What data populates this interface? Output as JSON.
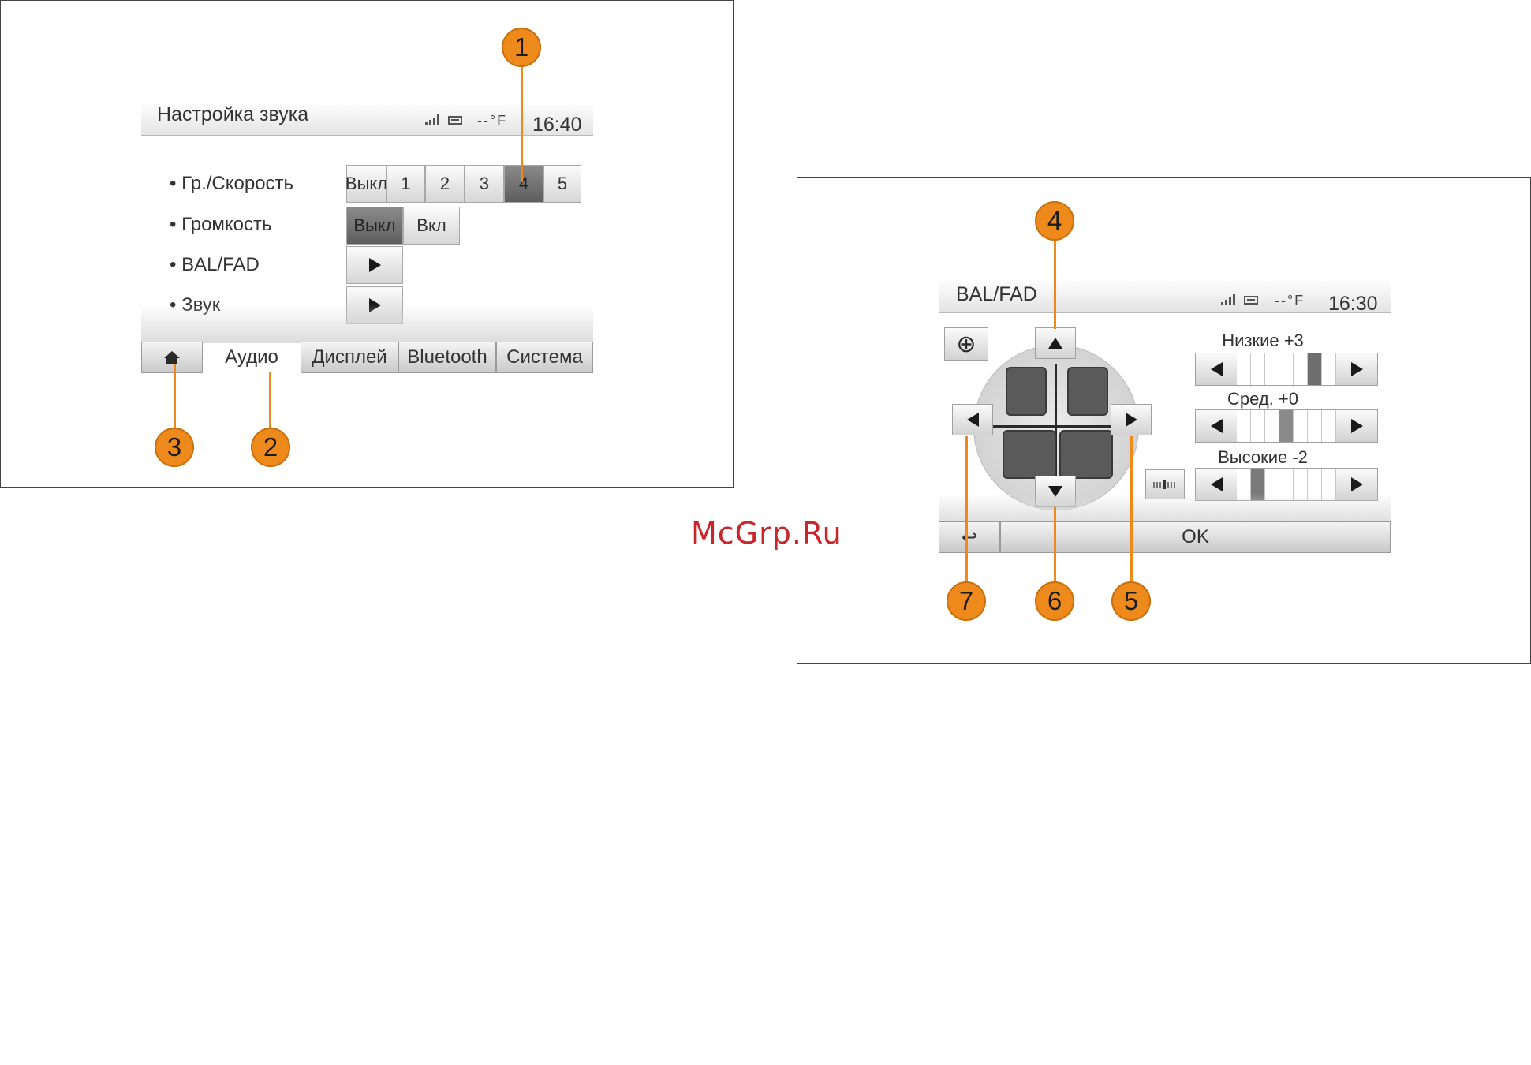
{
  "screen1": {
    "title": "Настройка звука",
    "temp": "--°F",
    "time": "16:40",
    "rows": [
      {
        "label": "• Гр./Скорость"
      },
      {
        "label": "• Громкость"
      },
      {
        "label": "• BAL/FAD"
      },
      {
        "label": "• Звук"
      }
    ],
    "speed_options": [
      "Выкл",
      "1",
      "2",
      "3",
      "4",
      "5"
    ],
    "speed_selected": "4",
    "volume_options": [
      "Выкл",
      "Вкл"
    ],
    "volume_selected": "Выкл",
    "tabs": [
      "Аудио",
      "Дисплей",
      "Bluetooth",
      "Система"
    ],
    "active_tab": "Аудио",
    "callouts": [
      "1",
      "2",
      "3"
    ]
  },
  "screen2": {
    "title": "BAL/FAD",
    "temp": "--°F",
    "time": "16:30",
    "eq": [
      {
        "label": "Низкие  +3",
        "value": 3
      },
      {
        "label": "Сред. +0",
        "value": 0
      },
      {
        "label": "Высокие -2",
        "value": -2
      }
    ],
    "ok_label": "OK",
    "back_icon": "↩",
    "center_icon": "⊕",
    "callouts": [
      "4",
      "5",
      "6",
      "7"
    ]
  },
  "watermark": "McGrp.Ru",
  "colors": {
    "callout": "#ee8a1c",
    "selected": "#6e6e6e"
  }
}
